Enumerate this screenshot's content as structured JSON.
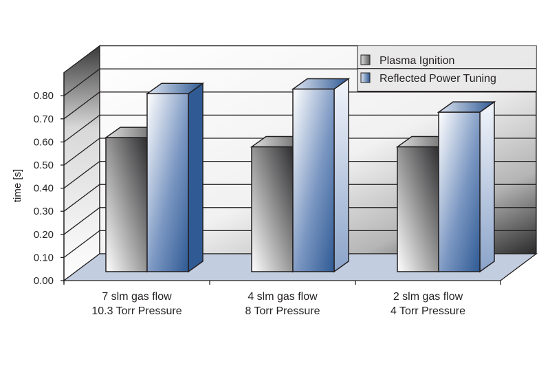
{
  "chart_data": {
    "type": "bar",
    "style": "3d-clustered-column",
    "title": "",
    "xlabel": "",
    "ylabel": "time [s]",
    "ylim": [
      0,
      0.9
    ],
    "yticks": [
      "0.00",
      "0.10",
      "0.20",
      "0.30",
      "0.40",
      "0.50",
      "0.60",
      "0.70",
      "0.80"
    ],
    "grid": true,
    "legend_position": "top-right",
    "categories": [
      [
        "7 slm gas flow",
        "10.3 Torr Pressure"
      ],
      [
        "4 slm gas flow",
        "8 Torr Pressure"
      ],
      [
        "2 slm gas flow",
        "4 Torr Pressure"
      ]
    ],
    "series": [
      {
        "name": "Plasma Ignition",
        "values": [
          0.58,
          0.54,
          0.54
        ],
        "color": "#4a4a4c"
      },
      {
        "name": "Reflected Power Tuning",
        "values": [
          0.77,
          0.79,
          0.69
        ],
        "color": "#2f5a94"
      }
    ]
  }
}
